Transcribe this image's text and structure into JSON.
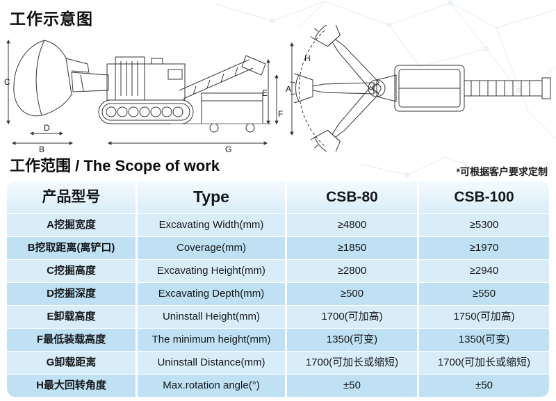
{
  "page": {
    "title": "工作示意图",
    "section_zh": "工作范围",
    "section_en": " / The Scope of work",
    "note": "*可根据客户要求定制"
  },
  "labels": {
    "A": "A",
    "B": "B",
    "C": "C",
    "D": "D",
    "E": "E",
    "F": "F",
    "G": "G",
    "H": "H"
  },
  "colors": {
    "row_light": "#d9edf9",
    "row_dark": "#bfe1f3",
    "header_bg": "#e9f5fc",
    "line": "#333333",
    "text": "#15181b"
  },
  "table": {
    "headers": [
      "产品型号",
      "Type",
      "CSB-80",
      "CSB-100"
    ],
    "rows": [
      {
        "zh": "A挖掘宽度",
        "en": "Excavating Width(mm)",
        "v80": "≥4800",
        "v100": "≥5300"
      },
      {
        "zh": "B挖取距离(离铲口)",
        "en": "Coverage(mm)",
        "v80": "≥1850",
        "v100": "≥1970"
      },
      {
        "zh": "C挖掘高度",
        "en": "Excavating Height(mm)",
        "v80": "≥2800",
        "v100": "≥2940"
      },
      {
        "zh": "D挖掘深度",
        "en": "Excavating Depth(mm)",
        "v80": "≥500",
        "v100": "≥550"
      },
      {
        "zh": "E卸载高度",
        "en": "Uninstall Height(mm)",
        "v80": "1700(可加高)",
        "v100": "1750(可加高)"
      },
      {
        "zh": "F最低装载高度",
        "en": "The minimum height(mm)",
        "v80": "1350(可变)",
        "v100": "1350(可变)"
      },
      {
        "zh": "G卸载距离",
        "en": "Uninstall Distance(mm)",
        "v80": "1700(可加长或缩短)",
        "v100": "1700(可加长或缩短)"
      },
      {
        "zh": "H最大回转角度",
        "en": "Max.rotation angle(°)",
        "v80": "±50",
        "v100": "±50"
      }
    ]
  }
}
